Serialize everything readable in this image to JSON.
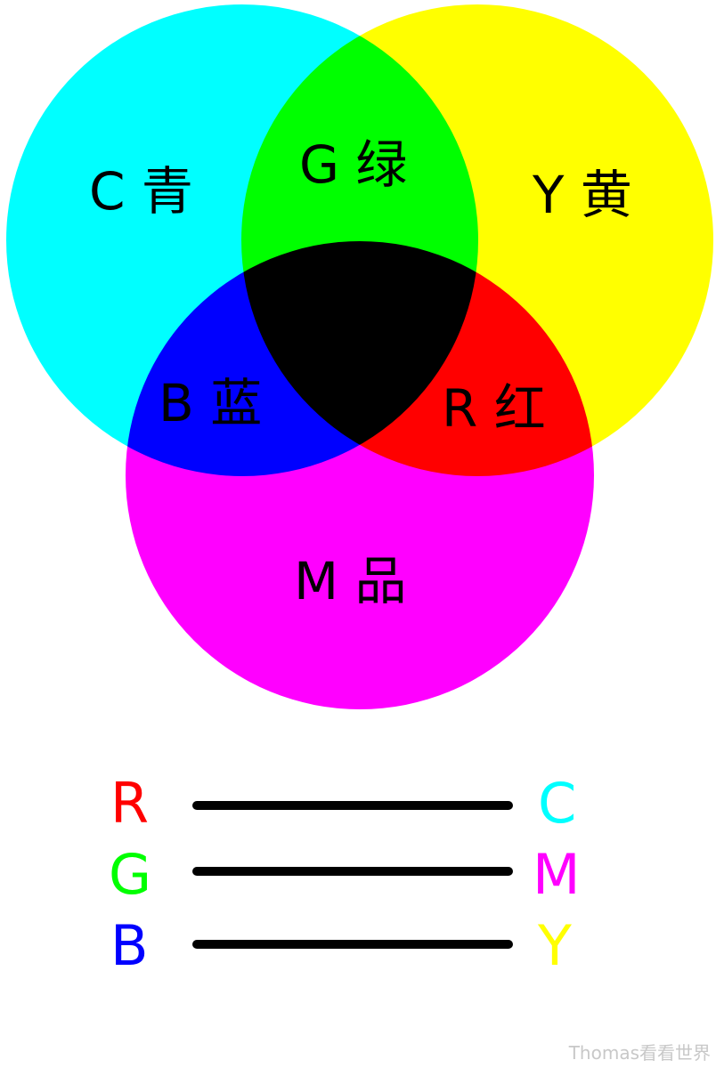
{
  "venn": {
    "circles": [
      {
        "id": "cyan",
        "color": "#00FFFF"
      },
      {
        "id": "yellow",
        "color": "#FFFF00"
      },
      {
        "id": "magenta",
        "color": "#FF00FF"
      }
    ],
    "labels": {
      "cyan": "C 青",
      "green": "G 绿",
      "yellow": "Y 黄",
      "blue": "B 蓝",
      "red": "R 红",
      "magenta": "M 品"
    }
  },
  "pairs": [
    {
      "left": "R",
      "left_color": "#FF0000",
      "right": "C",
      "right_color": "#00FFFF"
    },
    {
      "left": "G",
      "left_color": "#00FF00",
      "right": "M",
      "right_color": "#FF00FF"
    },
    {
      "left": "B",
      "left_color": "#0000FF",
      "right": "Y",
      "right_color": "#FFFF00"
    }
  ],
  "watermark": "Thomas看看世界"
}
